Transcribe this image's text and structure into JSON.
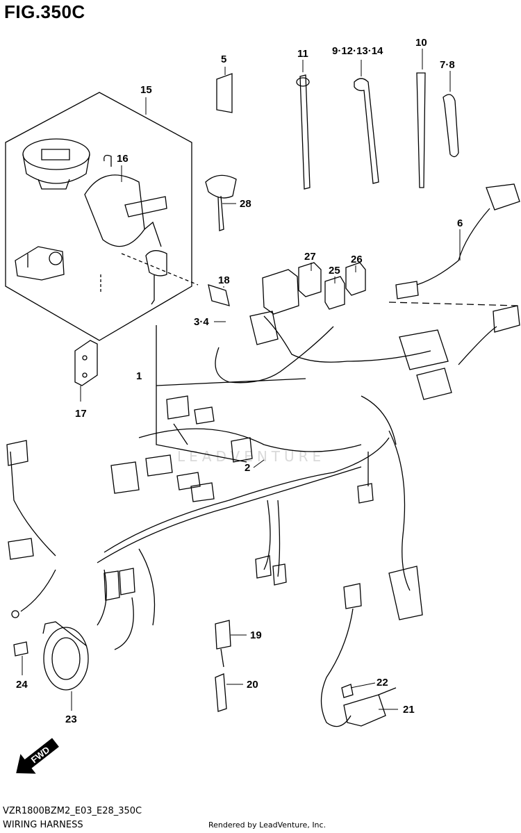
{
  "figure": {
    "title": "FIG.350C",
    "code": "VZR1800BZM2_E03_E28_350C",
    "name": "WIRING HARNESS",
    "credit": "Rendered by LeadVenture, Inc.",
    "watermark": "LEADVENTURE",
    "fwd_label": "FWD"
  },
  "callouts": {
    "c1": "1",
    "c2": "2",
    "c3_4": "3·4",
    "c5": "5",
    "c6": "6",
    "c7_8": "7·8",
    "c9_14": "9·12·13·14",
    "c10": "10",
    "c11": "11",
    "c15": "15",
    "c16": "16",
    "c17": "17",
    "c18": "18",
    "c19": "19",
    "c20": "20",
    "c21": "21",
    "c22": "22",
    "c23": "23",
    "c24": "24",
    "c25": "25",
    "c26": "26",
    "c27": "27",
    "c28": "28"
  }
}
